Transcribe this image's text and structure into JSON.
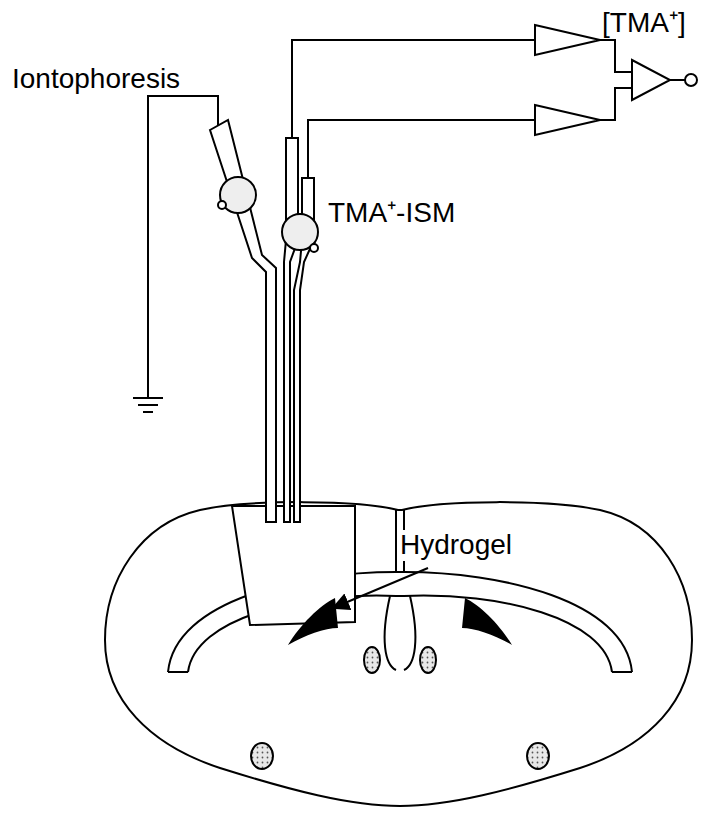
{
  "diagram": {
    "labels": [
      "Iontophoresis",
      "TMA⁺-ISM",
      "Hydrogel",
      "[TMA⁺]"
    ]
  }
}
